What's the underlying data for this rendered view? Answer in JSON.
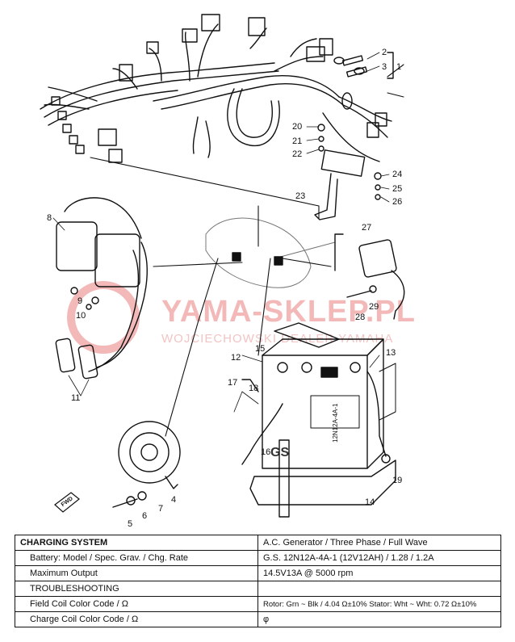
{
  "watermark": {
    "line1": "YAMA-SKLEP.PL",
    "line2": "WOJCIECHOWSKI DEALER YAMAHA"
  },
  "callouts": [
    "1",
    "2",
    "3",
    "4",
    "5",
    "6",
    "7",
    "8",
    "9",
    "10",
    "11",
    "12",
    "13",
    "14",
    "15",
    "16",
    "17",
    "18",
    "19",
    "20",
    "21",
    "22",
    "23",
    "24",
    "25",
    "26",
    "27",
    "28",
    "29"
  ],
  "fwd_label": "FWD",
  "battery_labels": {
    "brand": "GS",
    "model": "12N12A-4A-1"
  },
  "colors": {
    "line": "#111111",
    "watermark": "#e88a8a"
  },
  "table": {
    "header_left": "CHARGING SYSTEM",
    "header_right": "A.C. Generator / Three Phase / Full Wave",
    "rows": [
      {
        "label": "Battery: Model / Spec. Grav. / Chg. Rate",
        "value": "G.S. 12N12A-4A-1 (12V12AH) / 1.28 / 1.2A"
      },
      {
        "label": "Maximum Output",
        "value": "14.5V13A @ 5000 rpm"
      },
      {
        "label": "TROUBLESHOOTING",
        "value": ""
      },
      {
        "label": "Field Coil Color Code / Ω",
        "value": "Rotor: Grn ~ Blk / 4.04 Ω±10% Stator: Wht ~ Wht: 0.72 Ω±10%"
      },
      {
        "label": "Charge Coil Color Code / Ω",
        "value": "φ"
      }
    ]
  }
}
